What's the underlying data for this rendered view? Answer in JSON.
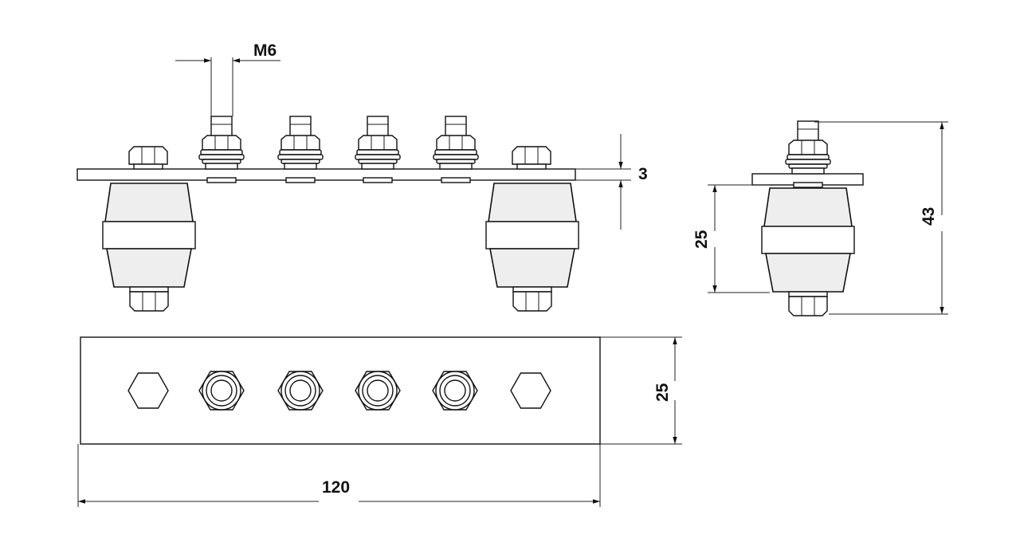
{
  "dimensions": {
    "thread": "M6",
    "plate_thickness": "3",
    "insulator_height": "25",
    "total_height": "43",
    "plate_width": "25",
    "plate_length": "120"
  }
}
